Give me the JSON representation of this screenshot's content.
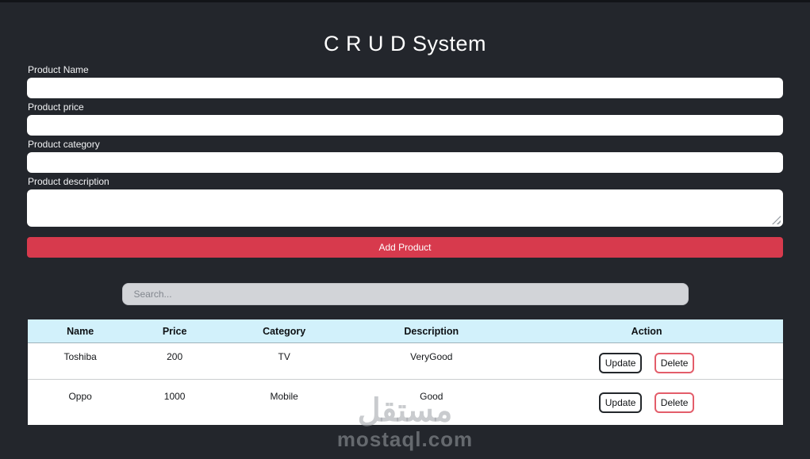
{
  "window": {
    "title": "C R U D System"
  },
  "form": {
    "fields": [
      {
        "label": "Product Name"
      },
      {
        "label": "Product price"
      },
      {
        "label": "Product category"
      },
      {
        "label": "Product description"
      }
    ],
    "submit_label": "Add Product"
  },
  "search": {
    "placeholder": "Search..."
  },
  "table": {
    "headers": [
      "Name",
      "Price",
      "Category",
      "Description",
      "Action"
    ],
    "rows": [
      {
        "name": "Toshiba",
        "price": "200",
        "category": "TV",
        "description": "VeryGood"
      },
      {
        "name": "Oppo",
        "price": "1000",
        "category": "Mobile",
        "description": "Good"
      }
    ],
    "row_actions": {
      "update_label": "Update",
      "delete_label": "Delete"
    }
  },
  "watermark": {
    "logo_text": "مستقل",
    "site_text": "mostaql.com"
  },
  "colors": {
    "page_bg": "#23262c",
    "accent_red": "#d73a4d",
    "table_header_blue": "#d2f1fb",
    "update_border_dark": "#23272b",
    "delete_border_red": "#e35d6a"
  }
}
